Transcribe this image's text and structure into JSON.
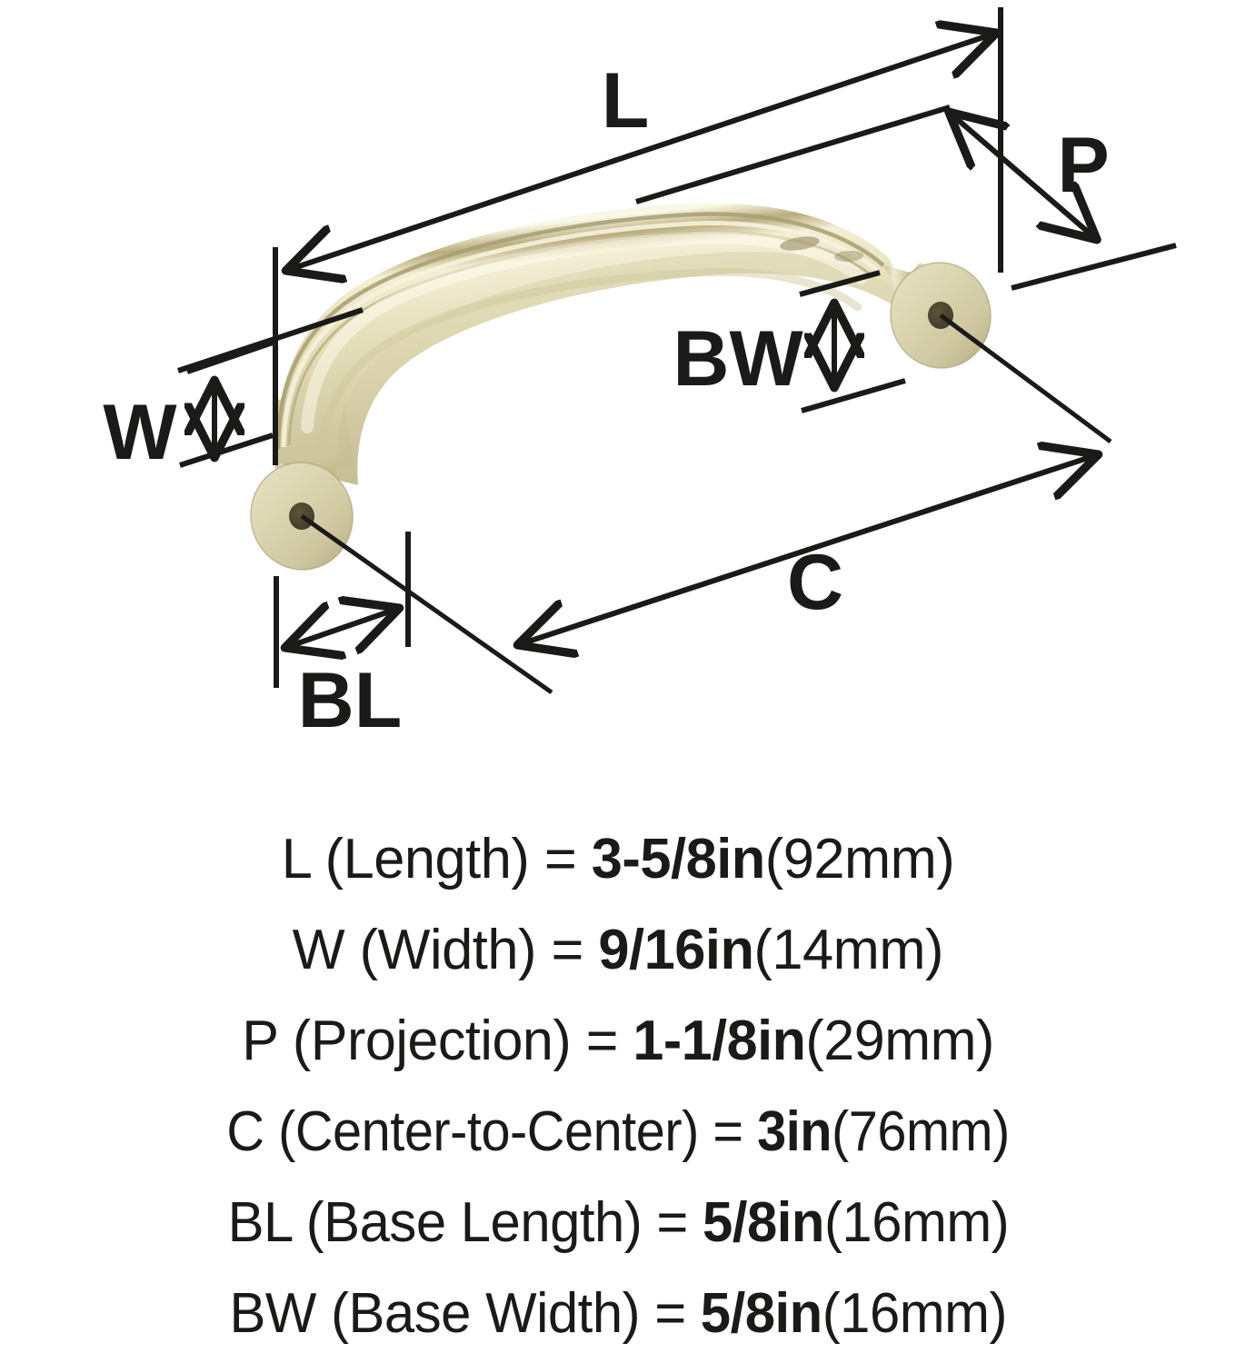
{
  "diagram": {
    "title": "Cabinet pull dimension diagram",
    "product_finish_color": "#d9d4b0",
    "line_color": "#1a1a18",
    "background_color": "#ffffff",
    "callouts": [
      {
        "key": "L",
        "label": "L",
        "meaning": "Length"
      },
      {
        "key": "W",
        "label": "W",
        "meaning": "Width"
      },
      {
        "key": "P",
        "label": "P",
        "meaning": "Projection"
      },
      {
        "key": "C",
        "label": "C",
        "meaning": "Center-to-Center"
      },
      {
        "key": "BL",
        "label": "BL",
        "meaning": "Base Length"
      },
      {
        "key": "BW",
        "label": "BW",
        "meaning": "Base Width"
      }
    ]
  },
  "specs": [
    {
      "code": "L",
      "label": "L (Length) = ",
      "value": "3-5/8in",
      "metric": "(92mm)"
    },
    {
      "code": "W",
      "label": "W (Width) = ",
      "value": "9/16in",
      "metric": "(14mm)"
    },
    {
      "code": "P",
      "label": "P (Projection) = ",
      "value": "1-1/8in",
      "metric": "(29mm)"
    },
    {
      "code": "C",
      "label": "C (Center-to-Center) = ",
      "value": "3in",
      "metric": "(76mm)"
    },
    {
      "code": "BL",
      "label": "BL (Base Length) = ",
      "value": "5/8in",
      "metric": "(16mm)"
    },
    {
      "code": "BW",
      "label": "BW (Base Width) = ",
      "value": "5/8in",
      "metric": "(16mm)"
    }
  ]
}
